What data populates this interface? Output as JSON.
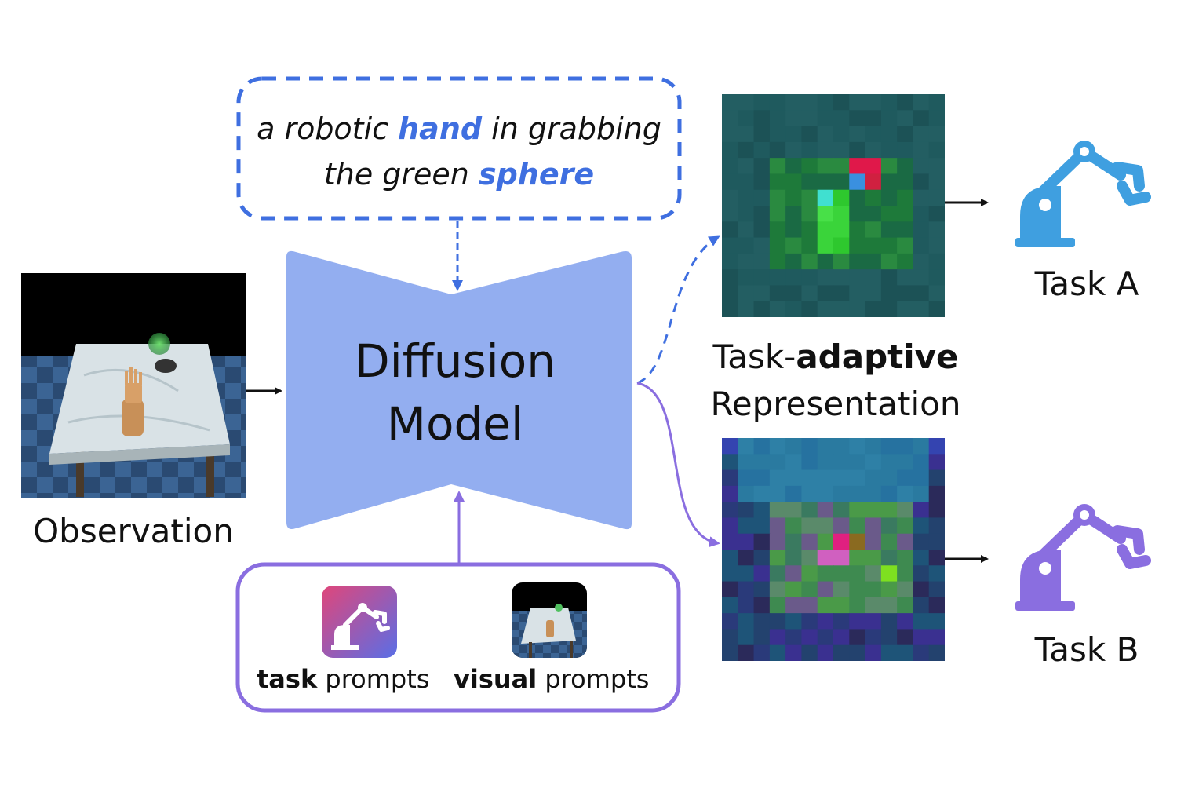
{
  "prompt": {
    "line1_pre": "a robotic ",
    "line1_hl": "hand",
    "line1_post": " in grabbing",
    "line2_pre": "the green ",
    "line2_hl": "sphere"
  },
  "model": {
    "line1": "Diffusion",
    "line2": "Model"
  },
  "observation_label": "Observation",
  "representation": {
    "label_pre": "Task-",
    "label_bold": "adaptive",
    "label_line2": "Representation"
  },
  "tasks": {
    "a": "Task A",
    "b": "Task B"
  },
  "prompts_box": {
    "task_bold": "task",
    "task_rest": " prompts",
    "visual_bold": "visual",
    "visual_rest": " prompts"
  },
  "colors": {
    "blue_accent": "#3f6fe0",
    "model_fill": "#93aef0",
    "purple": "#8a6ee0",
    "robot_blue": "#3f9fe0",
    "robot_purple": "#8a6ee0"
  }
}
